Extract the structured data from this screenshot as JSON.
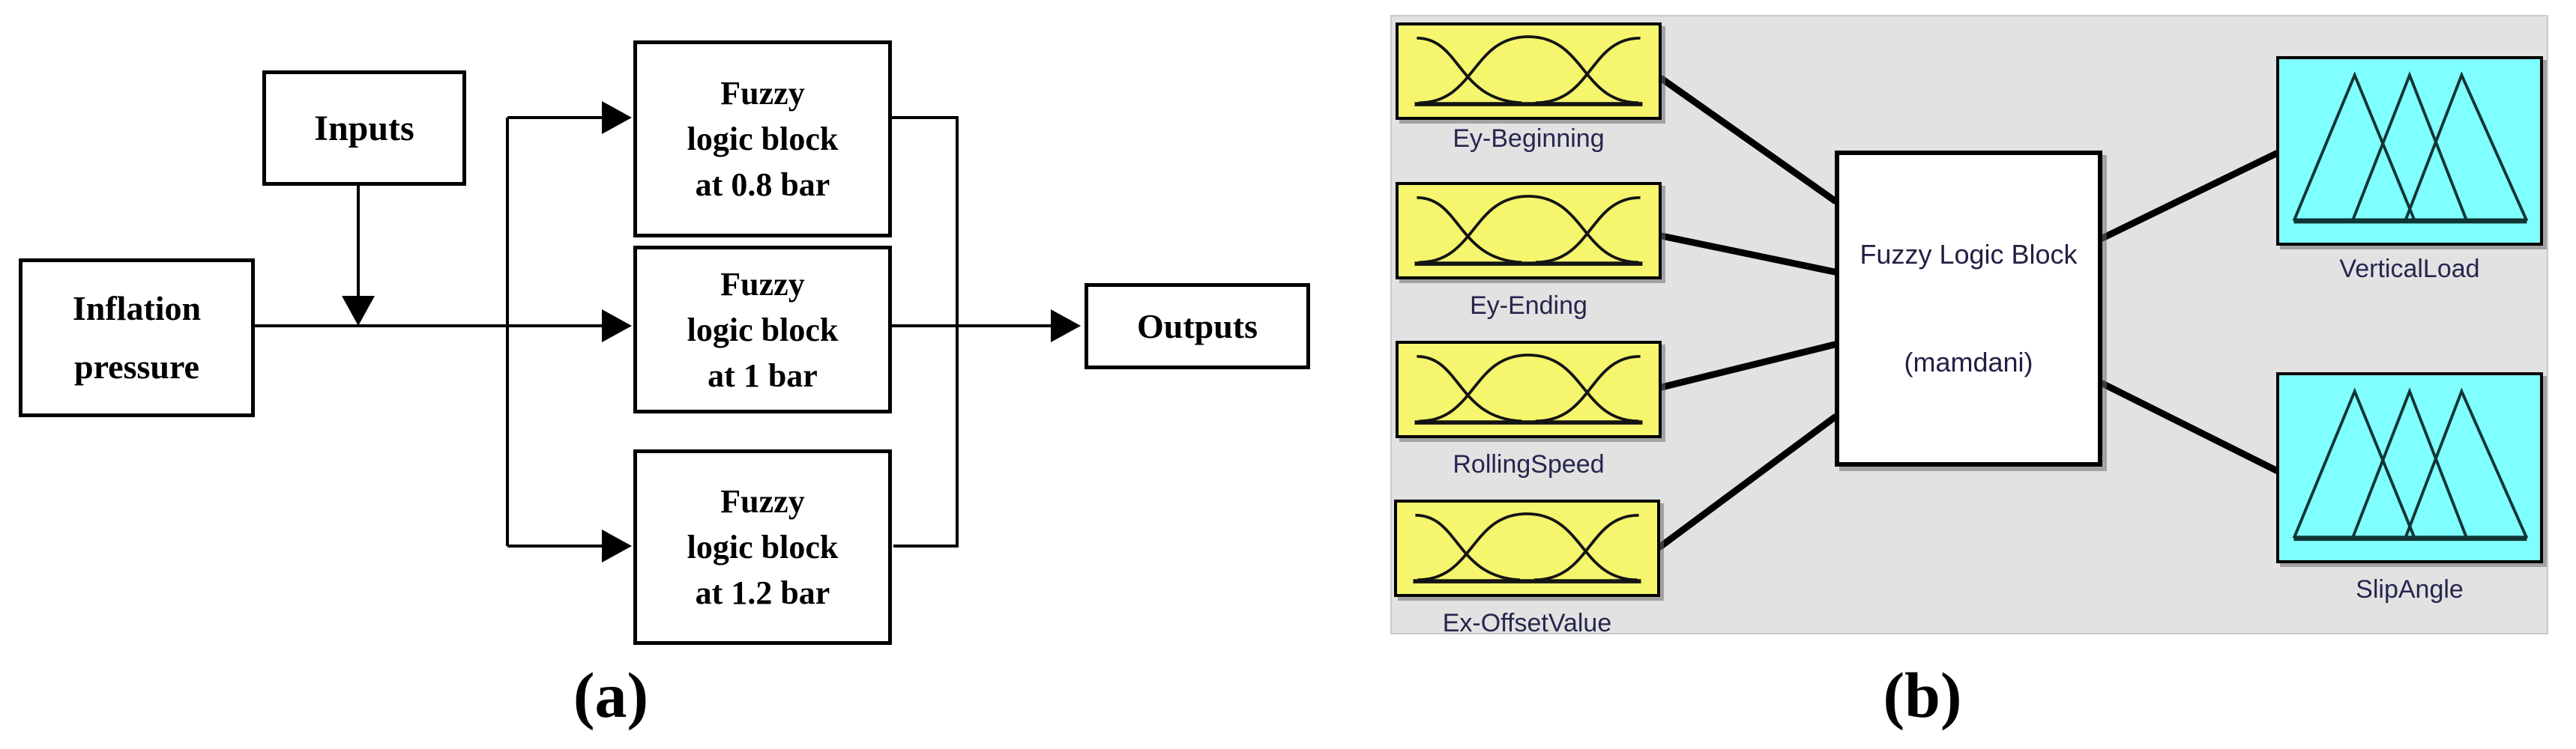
{
  "colors": {
    "panel-bg": "#e2e2e2",
    "input-fill": "#f6f66e",
    "output-fill": "#7fffff",
    "line-color": "#000000",
    "blabel-color": "#26264f"
  },
  "panel_a": {
    "caption": "(a)",
    "inputs_label": "Inputs",
    "outputs_label": "Outputs",
    "inflation_lines": [
      "Inflation",
      "pressure"
    ],
    "fuzzy_blocks": [
      {
        "lines": [
          "Fuzzy",
          "logic block",
          "at 0.8 bar"
        ]
      },
      {
        "lines": [
          "Fuzzy",
          "logic block",
          "at 1 bar"
        ]
      },
      {
        "lines": [
          "Fuzzy",
          "logic block",
          "at 1.2 bar"
        ]
      }
    ]
  },
  "panel_b": {
    "caption": "(b)",
    "center_block": {
      "title": "Fuzzy Logic Block",
      "subtitle": "(mamdani)"
    },
    "input_vars": [
      {
        "label": "Ey-Beginning"
      },
      {
        "label": "Ey-Ending"
      },
      {
        "label": "RollingSpeed"
      },
      {
        "label": "Ex-OffsetValue"
      }
    ],
    "output_vars": [
      {
        "label": "VerticalLoad"
      },
      {
        "label": "SlipAngle"
      }
    ]
  }
}
